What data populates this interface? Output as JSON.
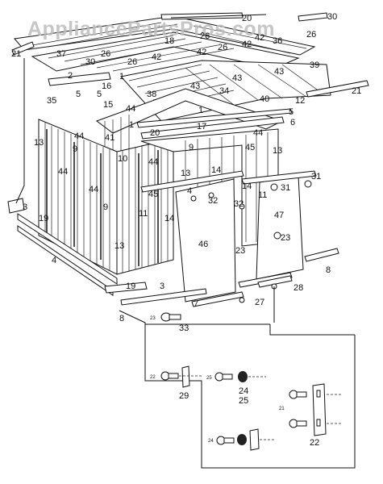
{
  "watermark": "AppliancePartsPros.com",
  "part_labels": [
    "1",
    "2",
    "3",
    "4",
    "5",
    "6",
    "7",
    "8",
    "9",
    "10",
    "11",
    "12",
    "13",
    "14",
    "15",
    "16",
    "17",
    "18",
    "19",
    "20",
    "21",
    "22",
    "23",
    "24",
    "25",
    "26",
    "27",
    "28",
    "29",
    "30",
    "31",
    "32",
    "33",
    "34",
    "35",
    "36",
    "37",
    "38",
    "39",
    "40",
    "41",
    "42",
    "43",
    "44",
    "45",
    "46",
    "47"
  ],
  "inset_small_labels": [
    "21",
    "22",
    "23",
    "24",
    "25"
  ],
  "colors": {
    "line": "#111111",
    "watermark": "#bdbdbd",
    "background": "#ffffff"
  }
}
